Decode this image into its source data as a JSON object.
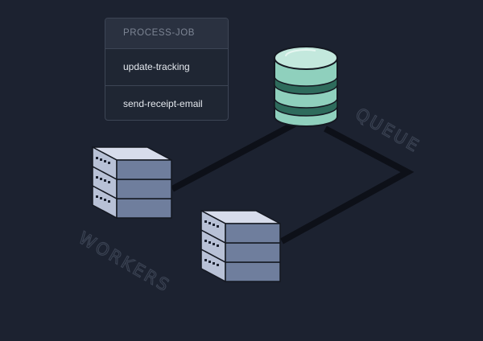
{
  "job_card": {
    "title": "PROCESS-JOB",
    "items": [
      "update-tracking",
      "send-receipt-email"
    ]
  },
  "labels": {
    "queue": "QUEUE",
    "workers": "WORKERS"
  },
  "colors": {
    "background": "#1c2230",
    "connector": "#0d1018",
    "db_body": "#8fd0bd",
    "db_band": "#2e6b5c",
    "server_top": "#d7dceb",
    "server_front": "#b8c1d6",
    "server_side": "#6f7e9d"
  }
}
